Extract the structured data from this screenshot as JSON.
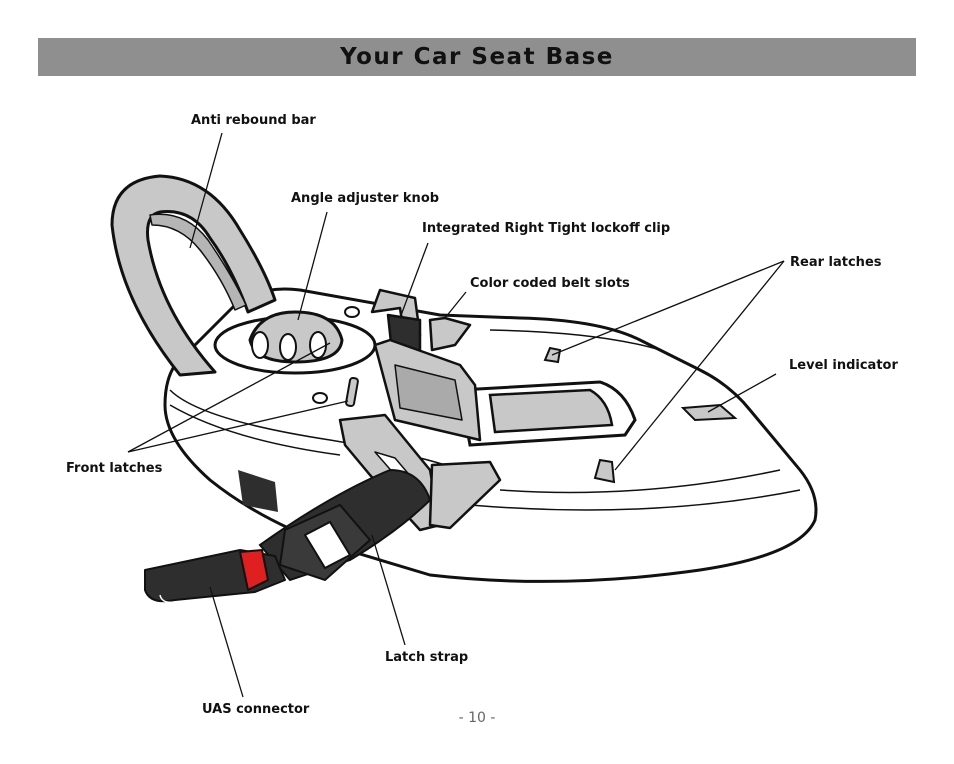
{
  "header": {
    "title": "Your Car Seat Base"
  },
  "labels": {
    "anti_rebound_bar": "Anti rebound bar",
    "angle_adjuster_knob": "Angle adjuster knob",
    "lockoff_clip": "Integrated Right Tight lockoff clip",
    "belt_slots": "Color  coded belt slots",
    "rear_latches": "Rear latches",
    "level_indicator": "Level indicator",
    "front_latches": "Front latches",
    "latch_strap": "Latch strap",
    "uas_connector": "UAS connector"
  },
  "footer": {
    "page_number": "- 10 -"
  },
  "colors": {
    "title_bar": "#8f8f8f",
    "part_gray": "#c8c8c8",
    "strap": "#2e2e2e",
    "connector_release": "#e02020"
  }
}
